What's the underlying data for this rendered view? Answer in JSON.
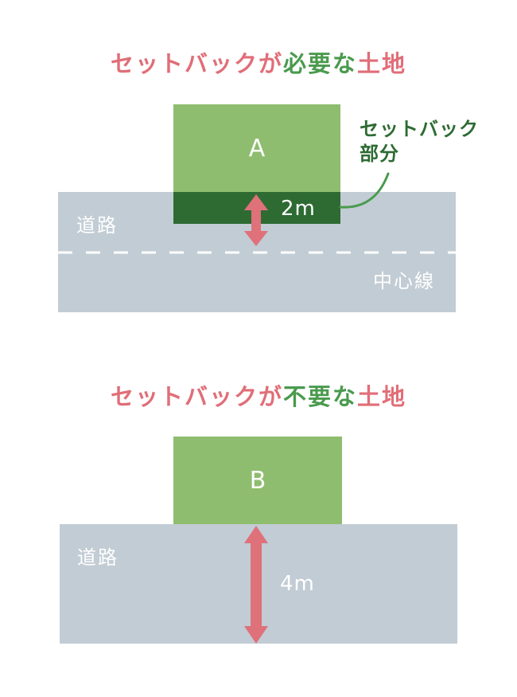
{
  "diagram_a": {
    "title_parts": [
      {
        "text": "セットバックが",
        "color": "pink"
      },
      {
        "text": "必要な",
        "color": "green"
      },
      {
        "text": "土地",
        "color": "pink"
      }
    ],
    "plot_label": "A",
    "dimension": "2m",
    "road_label": "道路",
    "centerline_label": "中心線",
    "callout_line1": "セットバック",
    "callout_line2": "部分"
  },
  "diagram_b": {
    "title_parts": [
      {
        "text": "セットバックが",
        "color": "pink"
      },
      {
        "text": "不要な",
        "color": "green"
      },
      {
        "text": "土地",
        "color": "pink"
      }
    ],
    "plot_label": "B",
    "dimension": "4m",
    "road_label": "道路"
  },
  "colors": {
    "pink": "#e06e78",
    "green_title": "#4a9a4e",
    "plot_green": "#8ebd6f",
    "setback_dark_green": "#2e6b33",
    "road_gray": "#c2ccd4",
    "arrow": "#de717a"
  }
}
